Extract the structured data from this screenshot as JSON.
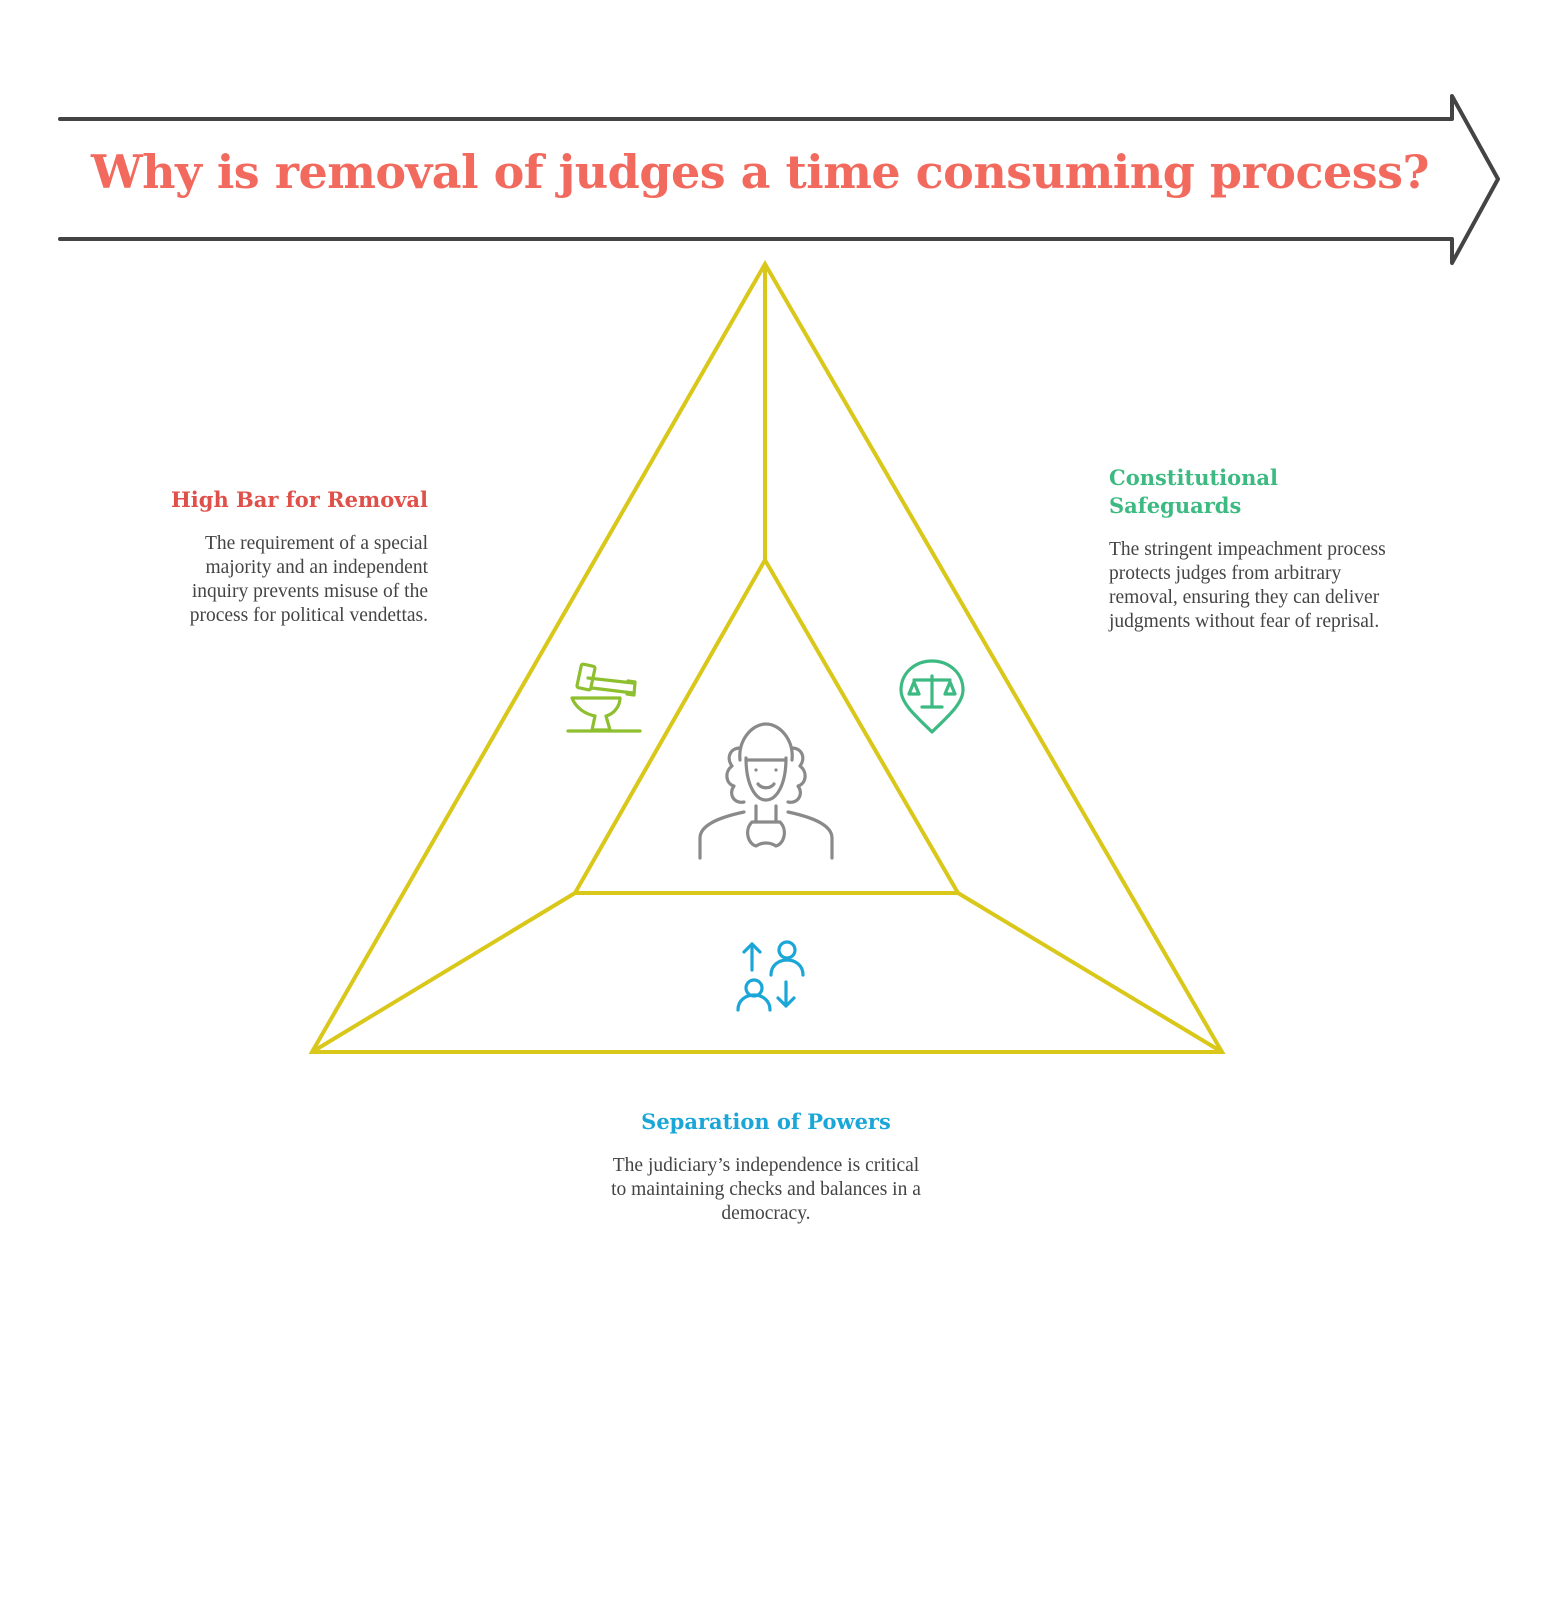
{
  "title": "Why is removal of judges a time consuming process?",
  "colors": {
    "title": "#F2695E",
    "arrow_stroke": "#444444",
    "triangle_stroke": "#D9C71A",
    "high_bar": "#E0504A",
    "constitutional": "#3DBA82",
    "separation": "#1BA6D8",
    "judge_icon": "#8A8A8A",
    "body_text": "#444444"
  },
  "center": {
    "icon": "judge-icon"
  },
  "sections": {
    "high_bar": {
      "heading": "High Bar for Removal",
      "body": "The requirement of a special majority and an independent inquiry prevents misuse of the process for political vendettas.",
      "icon": "gavel-icon"
    },
    "constitutional": {
      "heading": "Constitutional Safeguards",
      "body": "The stringent impeachment process protects judges from arbitrary removal, ensuring they can deliver judgments without fear of reprisal.",
      "icon": "scales-pin-icon"
    },
    "separation": {
      "heading": "Separation of Powers",
      "body": "The judiciary’s independence is critical to maintaining checks and balances in a democracy.",
      "icon": "people-exchange-icon"
    }
  }
}
